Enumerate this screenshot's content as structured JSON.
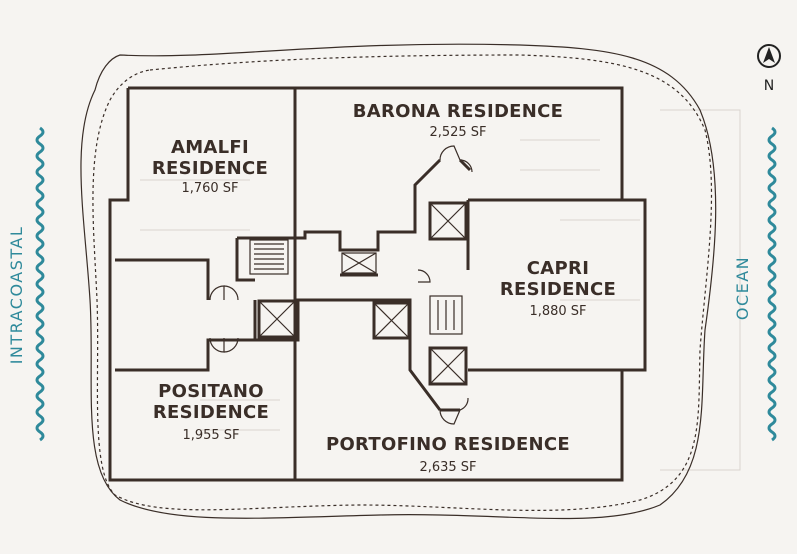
{
  "residences": [
    {
      "id": "amalfi",
      "name_lines": [
        "AMALFI",
        "RESIDENCE"
      ],
      "area": "1,760 SF"
    },
    {
      "id": "barona",
      "name_lines": [
        "BARONA RESIDENCE"
      ],
      "area": "2,525 SF"
    },
    {
      "id": "capri",
      "name_lines": [
        "CAPRI",
        "RESIDENCE"
      ],
      "area": "1,880 SF"
    },
    {
      "id": "positano",
      "name_lines": [
        "POSITANO",
        "RESIDENCE"
      ],
      "area": "1,955 SF"
    },
    {
      "id": "portofino",
      "name_lines": [
        "PORTOFINO RESIDENCE"
      ],
      "area": "2,635 SF"
    }
  ],
  "sides": {
    "left": "INTRACOASTAL",
    "right": "OCEAN"
  },
  "compass": {
    "label": "N"
  },
  "colors": {
    "wall": "#3a2e28",
    "water": "#2f8a9b",
    "background": "#f6f4f1"
  }
}
